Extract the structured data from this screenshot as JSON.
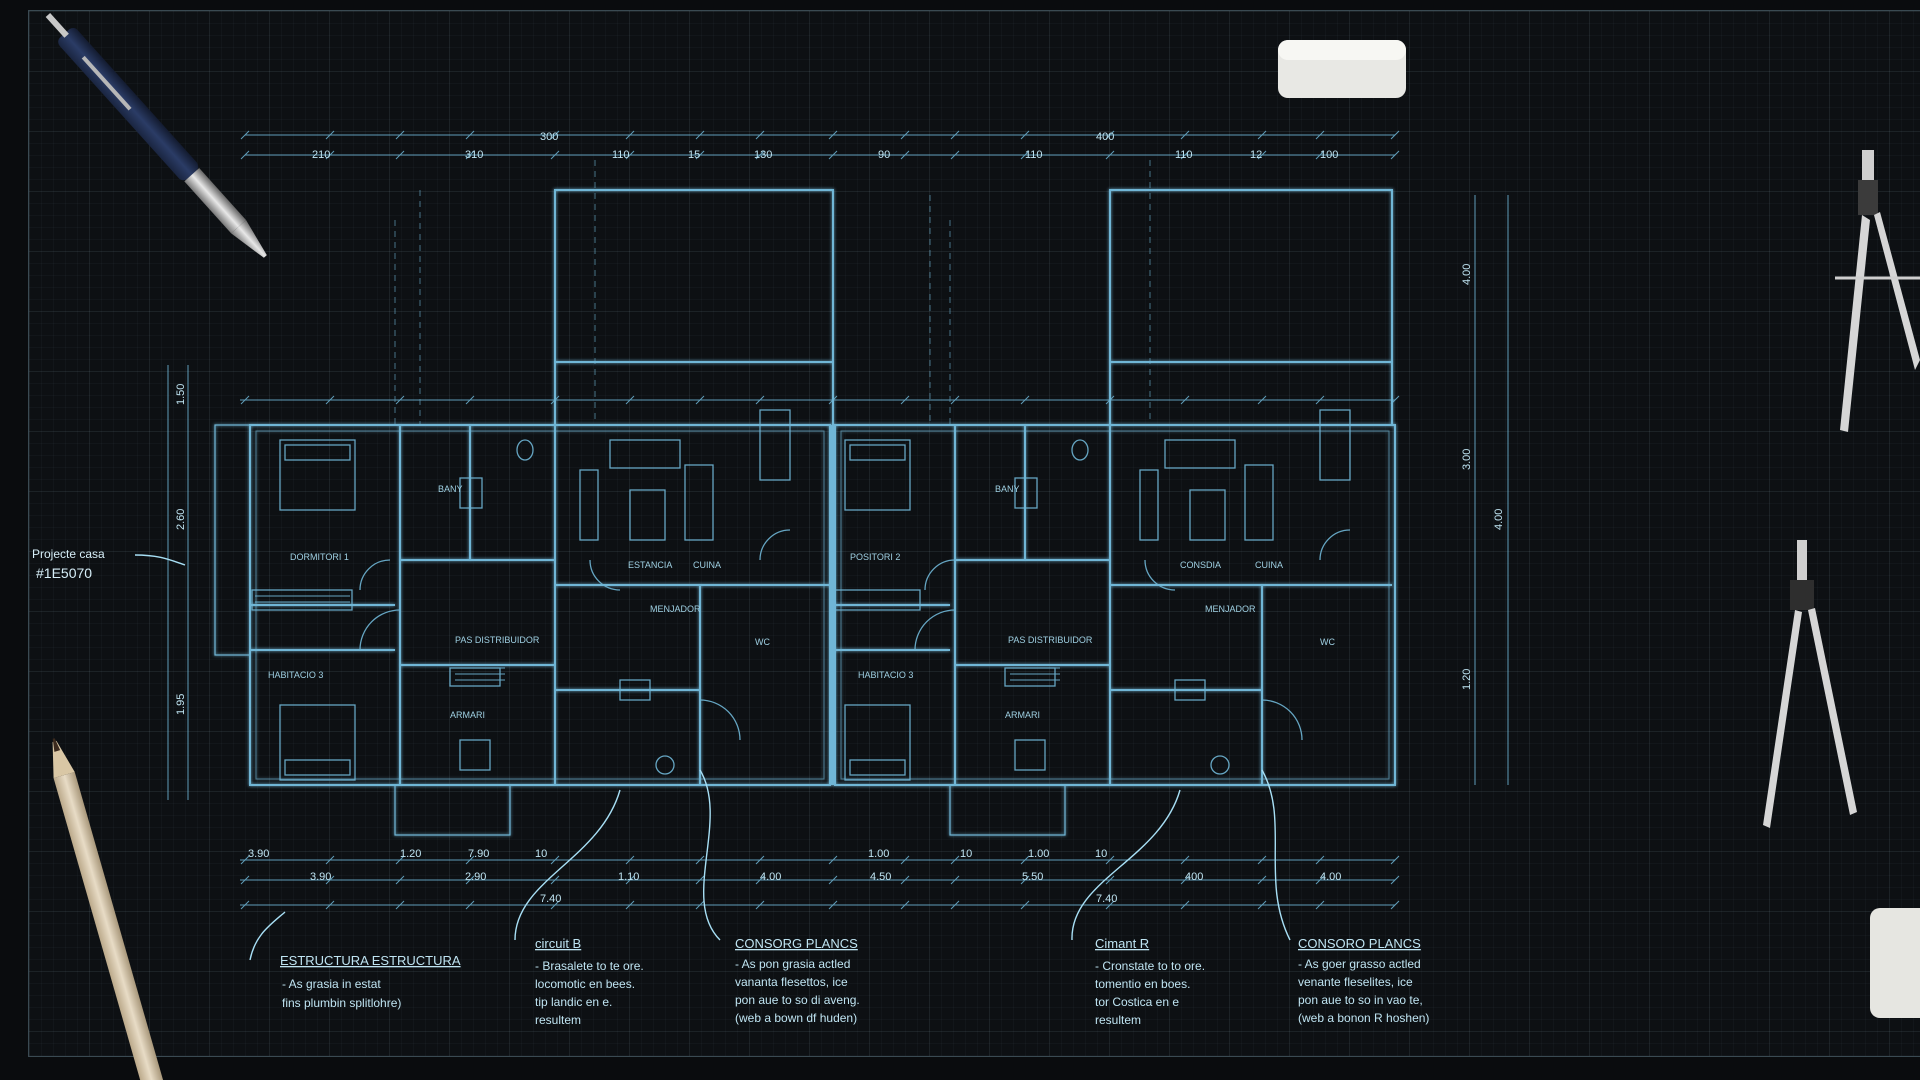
{
  "project": {
    "label": "Projecte casa",
    "code": "#1E5070"
  },
  "dimensions": {
    "top_total_left": "300",
    "top_total_right": "400",
    "top_left": [
      "210",
      "310",
      "110",
      "15",
      "130"
    ],
    "top_right": [
      "90",
      "110",
      "110",
      "12",
      "100"
    ],
    "bottom_row1": [
      "3.90",
      "1.20",
      "7.90",
      "10",
      "1.00",
      "10",
      "1.00",
      "10"
    ],
    "bottom_row2": [
      "3.90",
      "2.90",
      "1.10",
      "4.00",
      "4.50",
      "5.50",
      "400",
      "4.00"
    ],
    "bottom_center": "7.40",
    "bottom_center_right": "7.40",
    "left_side": [
      "1.50",
      "2.60",
      "1.95"
    ],
    "right_side": [
      "4.00",
      "3.00",
      "4.00",
      "1.20"
    ]
  },
  "rooms": {
    "bedroom1_left": "DORMITORI 1",
    "bedroom2_left": "HABITACIO 3",
    "bedroom1_right": "POSITORI 2",
    "bedroom2_right": "HABITACIO 3",
    "living_left": "ESTANCIA",
    "kitchen_left": "CUINA",
    "living_right": "CONSDIA",
    "kitchen_right": "CUINA",
    "bath_left": "BANY",
    "bath_right": "BANY",
    "corridor_left": "PAS DISTRIBUIDOR",
    "corridor_right": "PAS DISTRIBUIDOR",
    "dining_left": "MENJADOR",
    "dining_right": "MENJADOR",
    "wc_left": "WC",
    "wc_right": "WC",
    "closet_left": "ARMARI",
    "closet_right": "ARMARI"
  },
  "annotations": [
    {
      "title": "ESTRUCTURA ESTRUCTURA",
      "lines": [
        "- As grasia in estat",
        "fins plumbin splitlohre)"
      ]
    },
    {
      "title": "circuit B",
      "lines": [
        "- Brasalete to te ore.",
        "locomotic en bees.",
        "tip landic en e.",
        "resultem"
      ]
    },
    {
      "title": "CONSORG PLANCS",
      "lines": [
        "- As pon grasia actled",
        "vananta flesettos, ice",
        "pon aue to so di aveng.",
        "(web a bown df huden)"
      ]
    },
    {
      "title": "Cimant R",
      "lines": [
        "- Cronstate to to ore.",
        "tomentio en boes.",
        "tor Costica en e",
        "resultem"
      ]
    },
    {
      "title": "CONSORO PLANCS",
      "lines": [
        "- As goer grasso actled",
        "venante fleselites, ice",
        "pon aue to so in vao te,",
        "(web a bonon R hoshen)"
      ]
    }
  ],
  "tools": [
    "mechanical-pencil",
    "eraser-top",
    "drafting-compass-top",
    "drafting-compass-bottom",
    "wood-pencil",
    "eraser-bottom"
  ],
  "colors": {
    "line": "#6fb6d6",
    "line_bright": "#a7dff5",
    "text": "#bfe4f2",
    "background": "#0d1013"
  }
}
